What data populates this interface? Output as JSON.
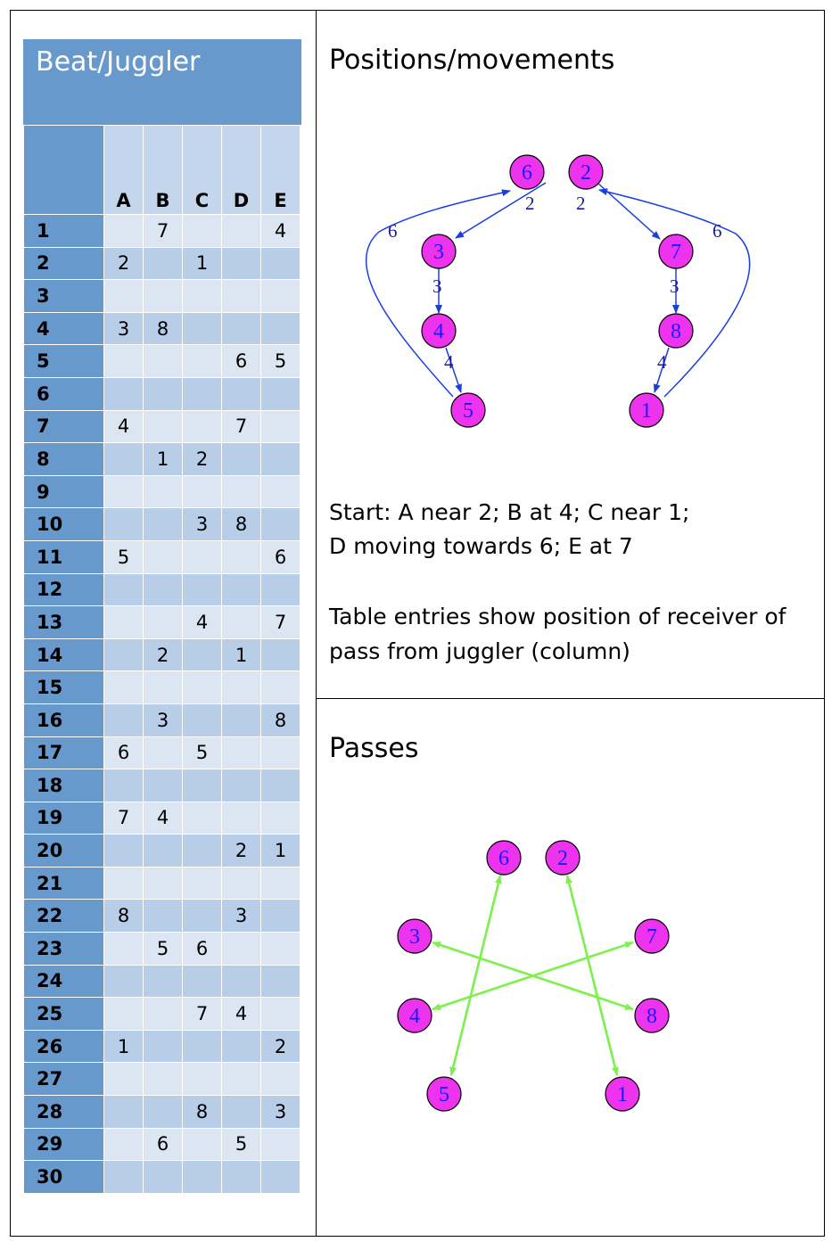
{
  "table": {
    "title": "Beat/Juggler",
    "columns": [
      "A",
      "B",
      "C",
      "D",
      "E"
    ],
    "rows": [
      {
        "beat": "1",
        "cells": [
          "",
          "7",
          "",
          "",
          "4"
        ]
      },
      {
        "beat": "2",
        "cells": [
          "2",
          "",
          "1",
          "",
          ""
        ]
      },
      {
        "beat": "3",
        "cells": [
          "",
          "",
          "",
          "",
          ""
        ]
      },
      {
        "beat": "4",
        "cells": [
          "3",
          "8",
          "",
          "",
          ""
        ]
      },
      {
        "beat": "5",
        "cells": [
          "",
          "",
          "",
          "6",
          "5"
        ]
      },
      {
        "beat": "6",
        "cells": [
          "",
          "",
          "",
          "",
          ""
        ]
      },
      {
        "beat": "7",
        "cells": [
          "4",
          "",
          "",
          "7",
          ""
        ]
      },
      {
        "beat": "8",
        "cells": [
          "",
          "1",
          "2",
          "",
          ""
        ]
      },
      {
        "beat": "9",
        "cells": [
          "",
          "",
          "",
          "",
          ""
        ]
      },
      {
        "beat": "10",
        "cells": [
          "",
          "",
          "3",
          "8",
          ""
        ]
      },
      {
        "beat": "11",
        "cells": [
          "5",
          "",
          "",
          "",
          "6"
        ]
      },
      {
        "beat": "12",
        "cells": [
          "",
          "",
          "",
          "",
          ""
        ]
      },
      {
        "beat": "13",
        "cells": [
          "",
          "",
          "4",
          "",
          "7"
        ]
      },
      {
        "beat": "14",
        "cells": [
          "",
          "2",
          "",
          "1",
          ""
        ]
      },
      {
        "beat": "15",
        "cells": [
          "",
          "",
          "",
          "",
          ""
        ]
      },
      {
        "beat": "16",
        "cells": [
          "",
          "3",
          "",
          "",
          "8"
        ]
      },
      {
        "beat": "17",
        "cells": [
          "6",
          "",
          "5",
          "",
          ""
        ]
      },
      {
        "beat": "18",
        "cells": [
          "",
          "",
          "",
          "",
          ""
        ]
      },
      {
        "beat": "19",
        "cells": [
          "7",
          "4",
          "",
          "",
          ""
        ]
      },
      {
        "beat": "20",
        "cells": [
          "",
          "",
          "",
          "2",
          "1"
        ]
      },
      {
        "beat": "21",
        "cells": [
          "",
          "",
          "",
          "",
          ""
        ]
      },
      {
        "beat": "22",
        "cells": [
          "8",
          "",
          "",
          "3",
          ""
        ]
      },
      {
        "beat": "23",
        "cells": [
          "",
          "5",
          "6",
          "",
          ""
        ]
      },
      {
        "beat": "24",
        "cells": [
          "",
          "",
          "",
          "",
          ""
        ]
      },
      {
        "beat": "25",
        "cells": [
          "",
          "",
          "7",
          "4",
          ""
        ]
      },
      {
        "beat": "26",
        "cells": [
          "1",
          "",
          "",
          "",
          "2"
        ]
      },
      {
        "beat": "27",
        "cells": [
          "",
          "",
          "",
          "",
          ""
        ]
      },
      {
        "beat": "28",
        "cells": [
          "",
          "",
          "8",
          "",
          "3"
        ]
      },
      {
        "beat": "29",
        "cells": [
          "",
          "6",
          "",
          "5",
          ""
        ]
      },
      {
        "beat": "30",
        "cells": [
          "",
          "",
          "",
          "",
          ""
        ]
      }
    ]
  },
  "positions": {
    "heading": "Positions/movements",
    "nodes": [
      "6",
      "2",
      "3",
      "7",
      "4",
      "8",
      "5",
      "1"
    ],
    "edge_labels": [
      "2",
      "2",
      "6",
      "6",
      "3",
      "3",
      "4",
      "4"
    ]
  },
  "notes": {
    "line1": "Start:   A near 2; B at 4;  C near 1;",
    "line2": "D moving towards 6; E at 7",
    "line3": "Table entries show position of receiver of",
    "line4": "pass from juggler (column)"
  },
  "passes": {
    "heading": "Passes",
    "nodes": [
      "6",
      "2",
      "3",
      "7",
      "4",
      "8",
      "5",
      "1"
    ]
  },
  "colors": {
    "node_fill": "#ee33ee",
    "movement_edge": "#1a3fe0",
    "pass_edge": "#7ff050",
    "header_blue": "#6899cc"
  }
}
